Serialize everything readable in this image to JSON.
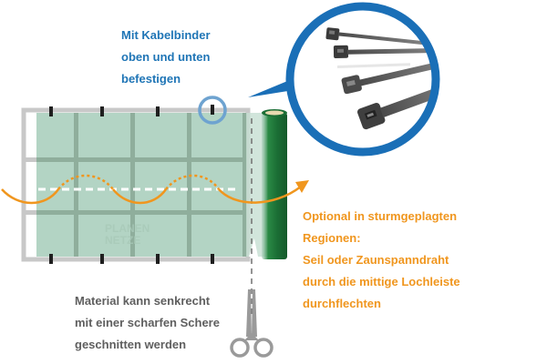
{
  "diagram": {
    "callouts": {
      "cable_ties": {
        "lines": [
          "Mit Kabelbinder",
          "oben und unten",
          "befestigen"
        ],
        "color": "#1f75b6"
      },
      "storm_regions": {
        "lines": [
          "Optional in sturmgeplagten",
          "Regionen:",
          "Seil oder Zaunspanndraht",
          "durch die mittige Lochleiste",
          "durchflechten"
        ],
        "color": "#f0961e"
      },
      "cutting": {
        "lines": [
          "Material kann senkrecht",
          "mit einer scharfen Schere",
          "geschnitten werden"
        ],
        "color": "#5f5f5f"
      }
    },
    "colors": {
      "mesh_fill": "#b3d4c4",
      "mesh_bars": "#8fae9c",
      "frame": "#c8c8c8",
      "roll": "#1b6e35",
      "magnifier": "#1a6fb7",
      "wave": "#f0961e",
      "scissors": "#9a9a9a"
    },
    "icons": {
      "magnifier": "cable-ties-photo",
      "cut_tool": "scissors-icon",
      "fence_roll": "roll-icon"
    }
  }
}
